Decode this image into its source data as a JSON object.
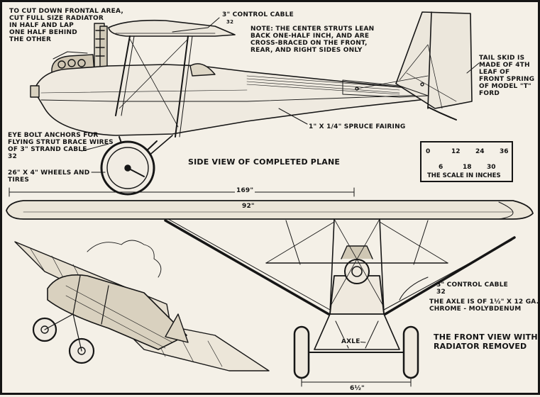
{
  "notes": {
    "radiator": "TO CUT DOWN FRONTAL AREA,\nCUT FULL SIZE RADIATOR\nIN HALF AND LAP\nONE HALF BEHIND\nTHE OTHER",
    "control_cable_top": "3\" CONTROL CABLE",
    "control_cable_top_fraction": "32",
    "struts": "NOTE: THE CENTER STRUTS LEAN\nBACK ONE-HALF INCH, AND ARE\nCROSS-BRACED ON THE FRONT,\nREAR, AND RIGHT SIDES ONLY",
    "tail_skid": "TAIL SKID IS\nMADE OF 4TH\nLEAF OF\nFRONT SPRING\nOF MODEL \"T\"\nFORD",
    "fairing": "1\" X 1/4\" SPRUCE FAIRING",
    "eye_bolt": "EYE BOLT ANCHORS FOR\nFLYING STRUT BRACE WIRES\nOF 3\" STRAND CABLE\n32",
    "wheels": "26\" X 4\" WHEELS AND\nTIRES",
    "side_view": "SIDE VIEW OF COMPLETED PLANE",
    "span_169": "169\"",
    "span_92": "92\"",
    "control_cable_front": "3\" CONTROL CABLE\n32",
    "axle_note": "THE AXLE IS OF 1½\" X 12 GA.\nCHROME - MOLYBDENUM",
    "front_view": "THE FRONT VIEW WITH\nRADIATOR REMOVED",
    "axle": "AXLE",
    "track": "6½\""
  },
  "scale": {
    "top_ticks": [
      "0",
      "12",
      "24",
      "36"
    ],
    "bottom_ticks": [
      "6",
      "18",
      "30"
    ],
    "caption": "THE SCALE IN INCHES"
  }
}
